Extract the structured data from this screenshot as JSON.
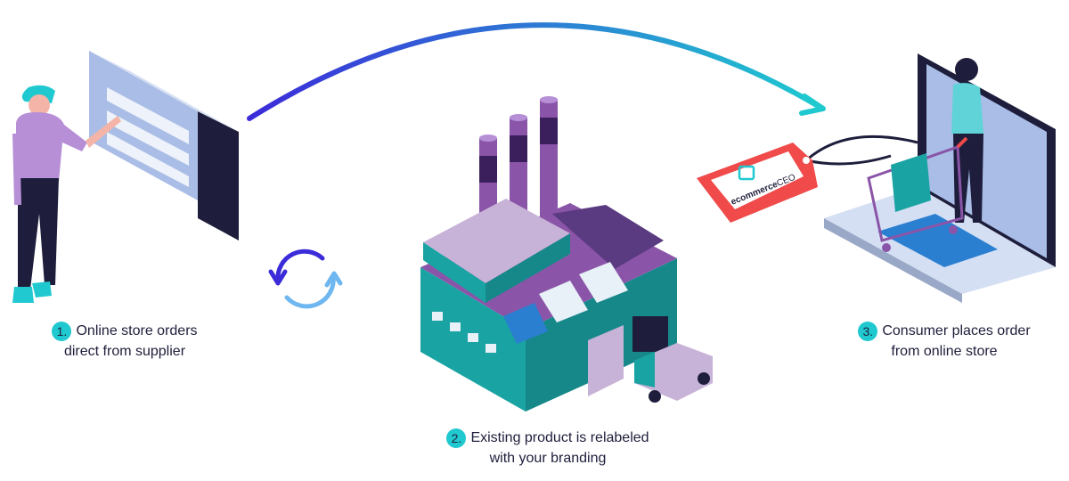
{
  "steps": [
    {
      "number": "1.",
      "line1": "Online store orders",
      "line2": "direct from supplier"
    },
    {
      "number": "2.",
      "line1": "Existing product is relabeled",
      "line2": "with your branding"
    },
    {
      "number": "3.",
      "line1": "Consumer places order",
      "line2": "from online store"
    }
  ],
  "tag": {
    "brand": "ecommerce",
    "brand_suffix": "CEO"
  },
  "colors": {
    "accent": "#1fc9cf",
    "arrow_start": "#3b2bd9",
    "arrow_end": "#1fc9cf",
    "factory_purple": "#8a55a8",
    "factory_teal": "#1aa3a3",
    "tag_red": "#f04a4a",
    "screen_blue": "#a9bde6",
    "dark_navy": "#1e1e3c"
  }
}
